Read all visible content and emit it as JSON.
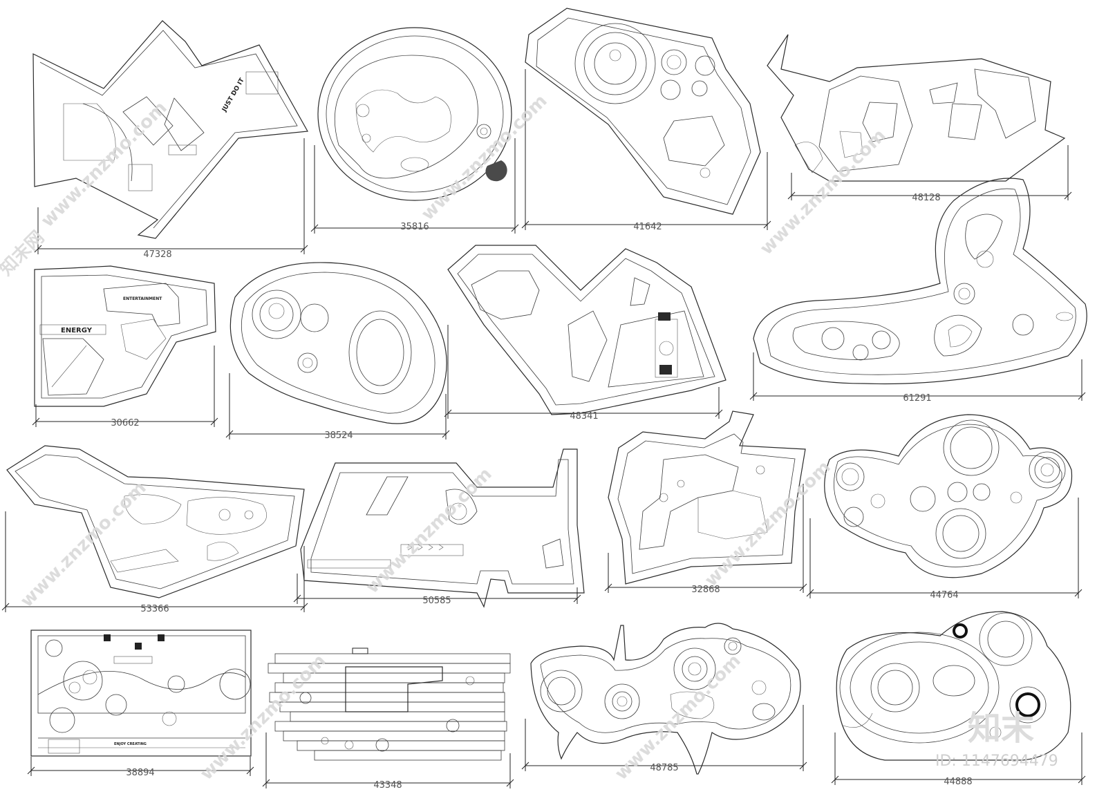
{
  "plans": [
    {
      "label": "47328"
    },
    {
      "label": "35816"
    },
    {
      "label": "41642"
    },
    {
      "label": "48128"
    },
    {
      "label": "30662"
    },
    {
      "label": "38524"
    },
    {
      "label": "48341"
    },
    {
      "label": "61291"
    },
    {
      "label": "53366"
    },
    {
      "label": "50585"
    },
    {
      "label": "32868"
    },
    {
      "label": "44764"
    },
    {
      "label": "38894"
    },
    {
      "label": "43348"
    },
    {
      "label": "48785"
    },
    {
      "label": "44888"
    }
  ],
  "signage": {
    "just_do_it": "JUST DO IT",
    "energy": "ENERGY",
    "entertainment": "ENTERTAINMENT",
    "enjoy_creating": "ENJOY CREATING"
  },
  "watermark": {
    "site": "www.znzmo.com",
    "brand_cn": "知末",
    "brand_site_cn": "知末网",
    "id": "ID: 1147694479"
  }
}
